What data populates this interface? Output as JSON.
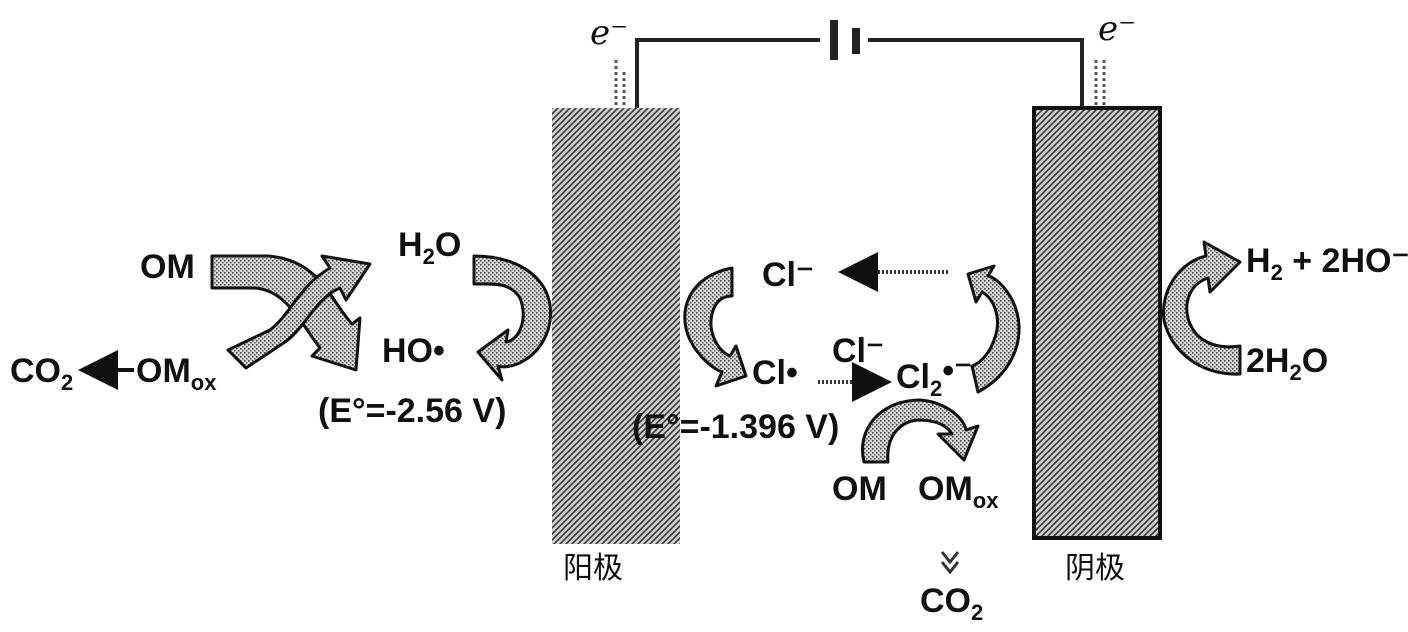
{
  "circuit": {
    "electron_left": "e⁻",
    "electron_right": "e⁻"
  },
  "anode": {
    "label": "阳极"
  },
  "cathode": {
    "label": "阴极"
  },
  "left_reactions": {
    "om": "OM",
    "co2": "CO",
    "co2_sub": "2",
    "om_ox": "OM",
    "om_ox_sub": "ox",
    "h2o": "H",
    "h2o_sub": "2",
    "h2o_tail": "O",
    "ho_radical": "HO•",
    "potential": "(E°=-2.56 V)"
  },
  "middle_reactions": {
    "cl_minus_top": "Cl⁻",
    "cl_radical": "Cl•",
    "cl_minus_mid": "Cl⁻",
    "cl2_radical": "Cl",
    "cl2_sub": "2",
    "cl2_tail": "•⁻",
    "potential": "(E°=-1.396 V)",
    "om": "OM",
    "om_ox": "OM",
    "om_ox_sub": "ox",
    "co2": "CO",
    "co2_sub": "2"
  },
  "right_reactions": {
    "h2_products": "H",
    "h2_sub": "2",
    "h2_tail": " + 2HO⁻",
    "h2o": "2H",
    "h2o_sub": "2",
    "h2o_tail": "O"
  }
}
